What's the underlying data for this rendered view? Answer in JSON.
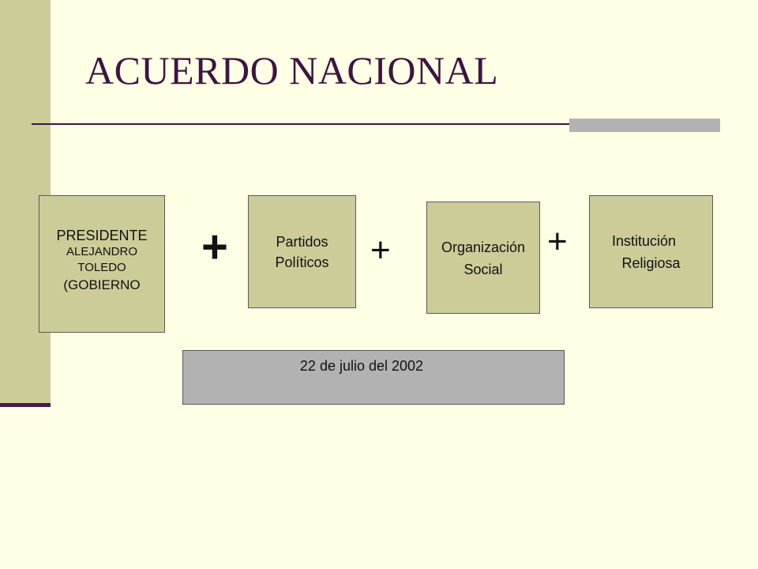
{
  "title": "ACUERDO NACIONAL",
  "boxes": {
    "president": {
      "line1": "PRESIDENTE",
      "line2": "ALEJANDRO",
      "line3": "TOLEDO",
      "line4": "(GOBIERNO"
    },
    "parties": {
      "line1": "Partidos",
      "line2": "Políticos"
    },
    "social": {
      "line1": "Organización",
      "line2": "Social"
    },
    "religious": {
      "line1": "Institución",
      "line2": "Religiosa"
    }
  },
  "operators": {
    "plus1": "+",
    "plus2": "+",
    "plus3": "+"
  },
  "date": "22 de julio del 2002",
  "colors": {
    "background": "#FFFFE5",
    "box": "#CCCC99",
    "title": "#3D1540",
    "date_box": "#B2B2B2",
    "accent_bar": "#4A1948"
  }
}
